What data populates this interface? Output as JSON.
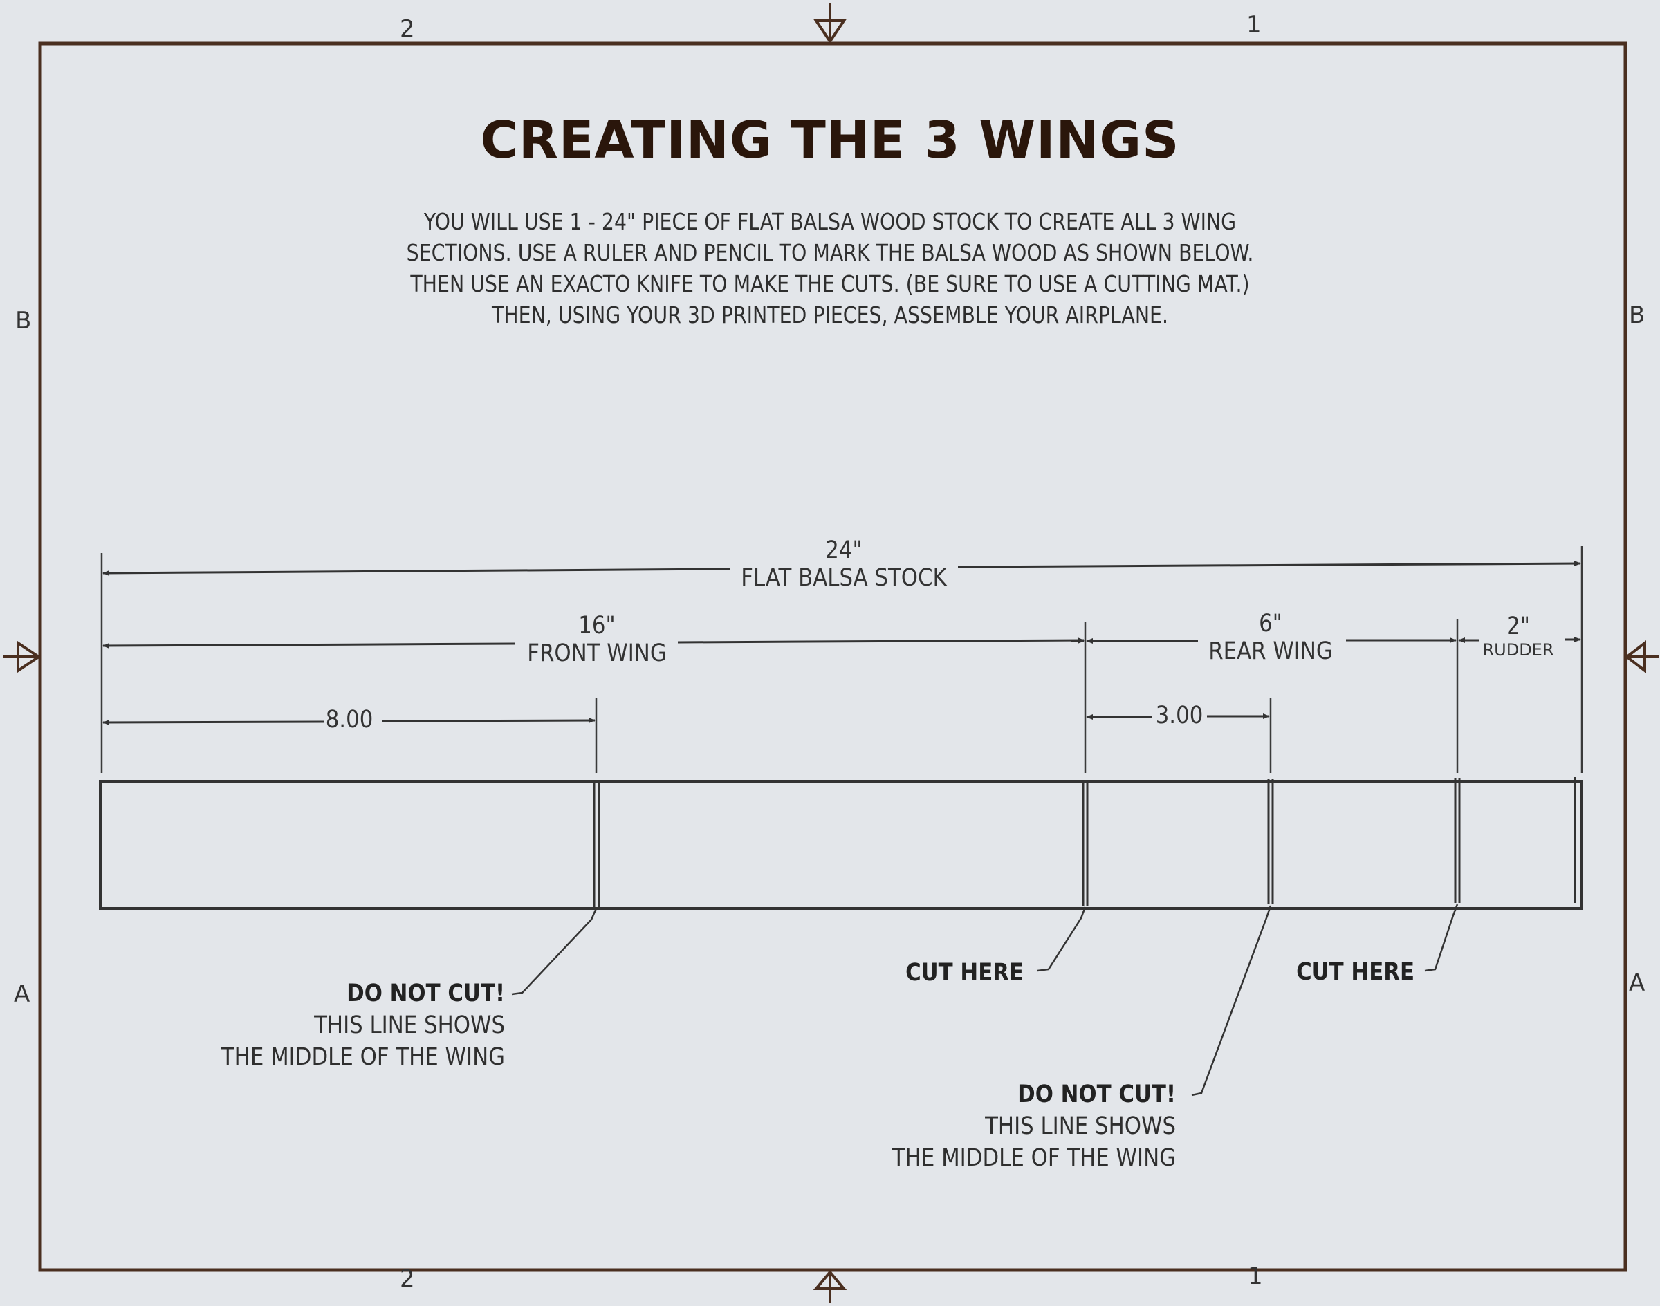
{
  "sheet": {
    "zone_labels": {
      "top_left": "2",
      "top_right": "1",
      "bottom_left": "2",
      "bottom_right": "1",
      "left_upper": "B",
      "left_lower": "A",
      "right_upper": "B",
      "right_lower": "A"
    },
    "colors": {
      "background": "#e3e6ea",
      "frame": "#4a2f20",
      "title": "#2a160b",
      "line": "#3a3a3a"
    }
  },
  "title": "CREATING THE 3 WINGS",
  "instructions": [
    "YOU WILL USE 1 - 24\" PIECE OF FLAT BALSA WOOD STOCK TO CREATE ALL 3 WING",
    "SECTIONS.  USE A RULER AND PENCIL TO MARK THE BALSA WOOD AS SHOWN BELOW.",
    "THEN USE AN EXACTO KNIFE TO MAKE THE CUTS. (BE SURE TO USE A CUTTING MAT.)",
    "THEN, USING YOUR 3D PRINTED PIECES, ASSEMBLE YOUR AIRPLANE."
  ],
  "dimensions": {
    "overall": {
      "value": "24\"",
      "label": "FLAT BALSA STOCK"
    },
    "front_wing": {
      "value": "16\"",
      "label": "FRONT WING"
    },
    "front_half": {
      "value": "8.00"
    },
    "rear_wing": {
      "value": "6\"",
      "label": "REAR WING"
    },
    "rear_half": {
      "value": "3.00"
    },
    "rudder": {
      "value": "2\"",
      "label": "RUDDER"
    }
  },
  "callouts": {
    "front_middle": {
      "heading": "DO NOT CUT!",
      "line1": "THIS LINE SHOWS",
      "line2": "THE MIDDLE OF THE WING"
    },
    "cut_1": {
      "heading": "CUT HERE"
    },
    "cut_2": {
      "heading": "CUT HERE"
    },
    "rear_middle": {
      "heading": "DO NOT CUT!",
      "line1": "THIS LINE SHOWS",
      "line2": "THE MIDDLE OF THE WING"
    }
  }
}
